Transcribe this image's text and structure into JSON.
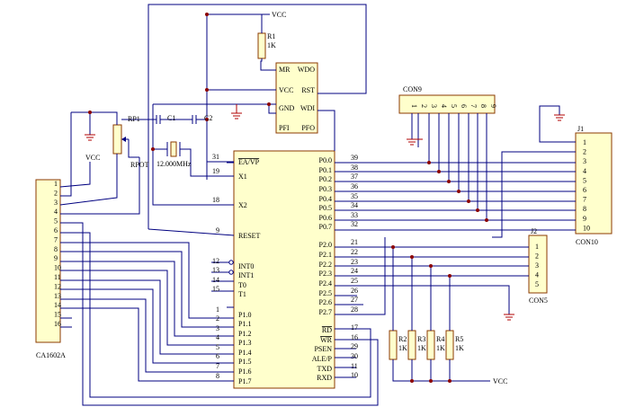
{
  "mcu": {
    "left_pins": [
      {
        "num": "31",
        "label": "EA/VP"
      },
      {
        "num": "19",
        "label": "X1"
      },
      {
        "num": "18",
        "label": "X2"
      },
      {
        "num": "9",
        "label": "RESET"
      },
      {
        "num": "12",
        "label": "INT0"
      },
      {
        "num": "13",
        "label": "INT1"
      },
      {
        "num": "14",
        "label": "T0"
      },
      {
        "num": "15",
        "label": "T1"
      },
      {
        "num": "1",
        "label": "P1.0"
      },
      {
        "num": "2",
        "label": "P1.1"
      },
      {
        "num": "3",
        "label": "P1.2"
      },
      {
        "num": "4",
        "label": "P1.3"
      },
      {
        "num": "5",
        "label": "P1.4"
      },
      {
        "num": "6",
        "label": "P1.5"
      },
      {
        "num": "7",
        "label": "P1.6"
      },
      {
        "num": "8",
        "label": "P1.7"
      }
    ],
    "right_pins": [
      {
        "num": "39",
        "label": "P0.0"
      },
      {
        "num": "38",
        "label": "P0.1"
      },
      {
        "num": "37",
        "label": "P0.2"
      },
      {
        "num": "36",
        "label": "P0.3"
      },
      {
        "num": "35",
        "label": "P0.4"
      },
      {
        "num": "34",
        "label": "P0.5"
      },
      {
        "num": "33",
        "label": "P0.6"
      },
      {
        "num": "32",
        "label": "P0.7"
      },
      {
        "num": "21",
        "label": "P2.0"
      },
      {
        "num": "22",
        "label": "P2.1"
      },
      {
        "num": "23",
        "label": "P2.2"
      },
      {
        "num": "24",
        "label": "P2.3"
      },
      {
        "num": "25",
        "label": "P2.4"
      },
      {
        "num": "26",
        "label": "P2.5"
      },
      {
        "num": "27",
        "label": "P2.6"
      },
      {
        "num": "28",
        "label": "P2.7"
      },
      {
        "num": "17",
        "label": "RD"
      },
      {
        "num": "16",
        "label": "WR"
      },
      {
        "num": "29",
        "label": "PSEN"
      },
      {
        "num": "30",
        "label": "ALE/P"
      },
      {
        "num": "11",
        "label": "TXD"
      },
      {
        "num": "10",
        "label": "RXD"
      }
    ]
  },
  "watchdog": {
    "pins_left": [
      "MR",
      "VCC",
      "GND",
      "PFI"
    ],
    "pins_right": [
      "WDO",
      "RST",
      "WDI",
      "PFO"
    ]
  },
  "lcd": {
    "name": "CA1602A",
    "pins": [
      "1",
      "2",
      "3",
      "4",
      "5",
      "6",
      "7",
      "8",
      "9",
      "10",
      "11",
      "12",
      "13",
      "14",
      "15",
      "16"
    ]
  },
  "con9": {
    "name": "CON9",
    "pins": [
      "1",
      "2",
      "3",
      "4",
      "5",
      "6",
      "7",
      "8",
      "9"
    ]
  },
  "con10": {
    "name": "CON10",
    "ref": "J1",
    "pins": [
      "1",
      "2",
      "3",
      "4",
      "5",
      "6",
      "7",
      "8",
      "9",
      "10"
    ]
  },
  "con5": {
    "name": "CON5",
    "ref": "J2",
    "pins": [
      "1",
      "2",
      "3",
      "4",
      "5"
    ]
  },
  "r1": {
    "ref": "R1",
    "value": "1K"
  },
  "resistors": [
    {
      "ref": "R2",
      "value": "1K"
    },
    {
      "ref": "R3",
      "value": "1K"
    },
    {
      "ref": "R4",
      "value": "1K"
    },
    {
      "ref": "R5",
      "value": "1K"
    }
  ],
  "rp1": {
    "ref": "RP1",
    "value": "RPOT"
  },
  "c1": {
    "ref": "C1"
  },
  "c2": {
    "ref": "C2"
  },
  "crystal": {
    "value": "12.000MHz"
  },
  "vcc_labels": [
    "VCC",
    "VCC",
    "VCC"
  ]
}
